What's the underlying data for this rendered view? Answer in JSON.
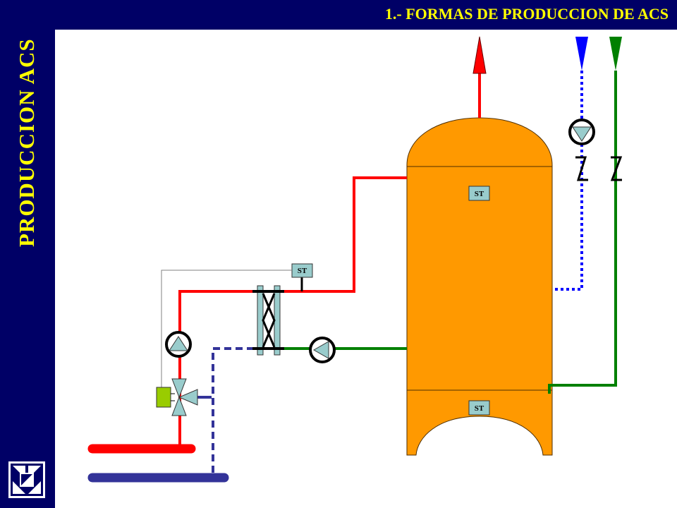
{
  "header": {
    "title": "1.- FORMAS DE PRODUCCION DE ACS"
  },
  "sidebar": {
    "vertical_title": "PRODUCCION ACS"
  },
  "sensors": {
    "top_label": "ST",
    "bottom_label": "ST",
    "exchanger_label": "ST"
  },
  "colors": {
    "header_bg": "#000066",
    "header_text": "#ffff00",
    "tank": "#ff9900",
    "hot_pipe": "#ff0000",
    "return_pipe": "#333399",
    "cold_supply": "#0000ff",
    "recirculation": "#008000",
    "actuator": "#99cc00",
    "component_fill": "#99cccc"
  }
}
